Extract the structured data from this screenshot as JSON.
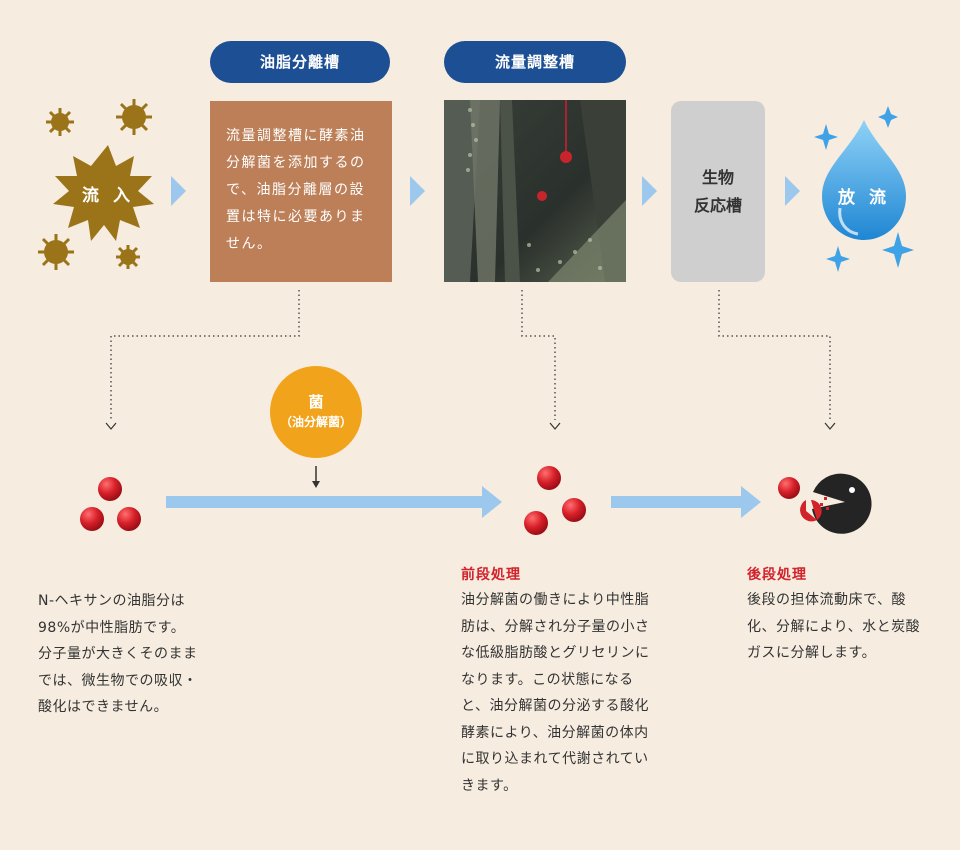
{
  "stages": {
    "inflow": "流 入",
    "oil_tank_label": "油脂分離槽",
    "oil_tank_text": "流量調整槽に酵素油分解菌を添加するので、油脂分離層の設置は特に必要ありません。",
    "flow_tank_label": "流量調整槽",
    "bio_tank": "生物\n反応槽",
    "discharge": "放 流"
  },
  "bacteria": {
    "title": "菌",
    "subtitle": "（油分解菌）"
  },
  "notes": {
    "initial": "N-ヘキサンの油脂分は98%が中性脂肪です。分子量が大きくそのままでは、微生物での吸収・酸化はできません。",
    "pre_title": "前段処理",
    "pre_text": "油分解菌の働きにより中性脂肪は、分解され分子量の小さな低級脂肪酸とグリセリンになります。この状態になると、油分解菌の分泌する酸化酵素により、油分解菌の体内に取り込まれて代謝されていきます。",
    "post_title": "後段処理",
    "post_text": "後段の担体流動床で、酸化、分解により、水と炭酸ガスに分解します。"
  },
  "colors": {
    "pill": "#1d4f94",
    "oil_box": "#bd7f58",
    "bio_box": "#cfcfcf",
    "arrow": "#9cc8ee",
    "molecule": "#d2222a",
    "bacteria": "#f2a31c",
    "germ": "#9b7318"
  }
}
